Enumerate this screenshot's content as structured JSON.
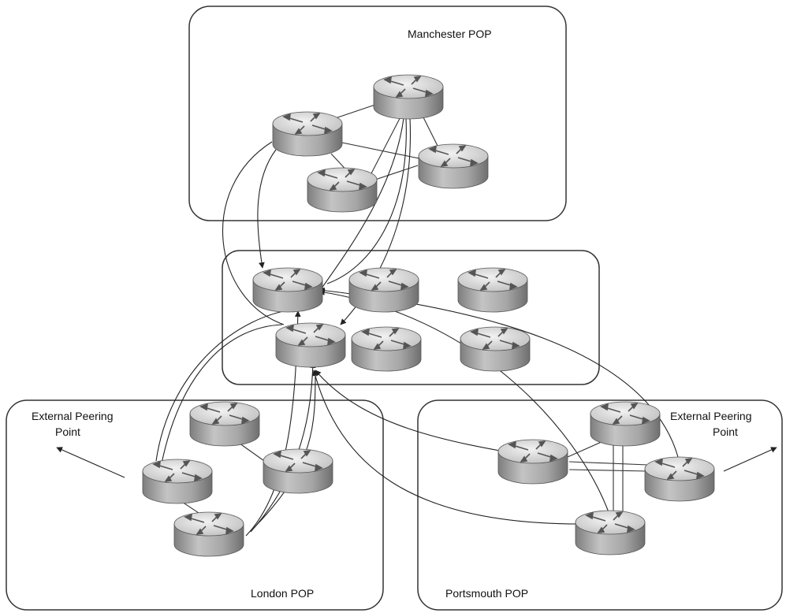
{
  "pops": [
    {
      "id": "manchester",
      "label": "Manchester POP"
    },
    {
      "id": "core",
      "label": ""
    },
    {
      "id": "london",
      "label": "London POP"
    },
    {
      "id": "portsmouth",
      "label": "Portsmouth POP"
    }
  ],
  "peering": {
    "left": {
      "line1": "External Peering",
      "line2": "Point"
    },
    "right": {
      "line1": "External Peering",
      "line2": "Point"
    }
  },
  "router_icon": "router-icon",
  "colors": {
    "router_top": "#d6d6d6",
    "router_side": "#9a9a9a",
    "line": "#333333"
  }
}
